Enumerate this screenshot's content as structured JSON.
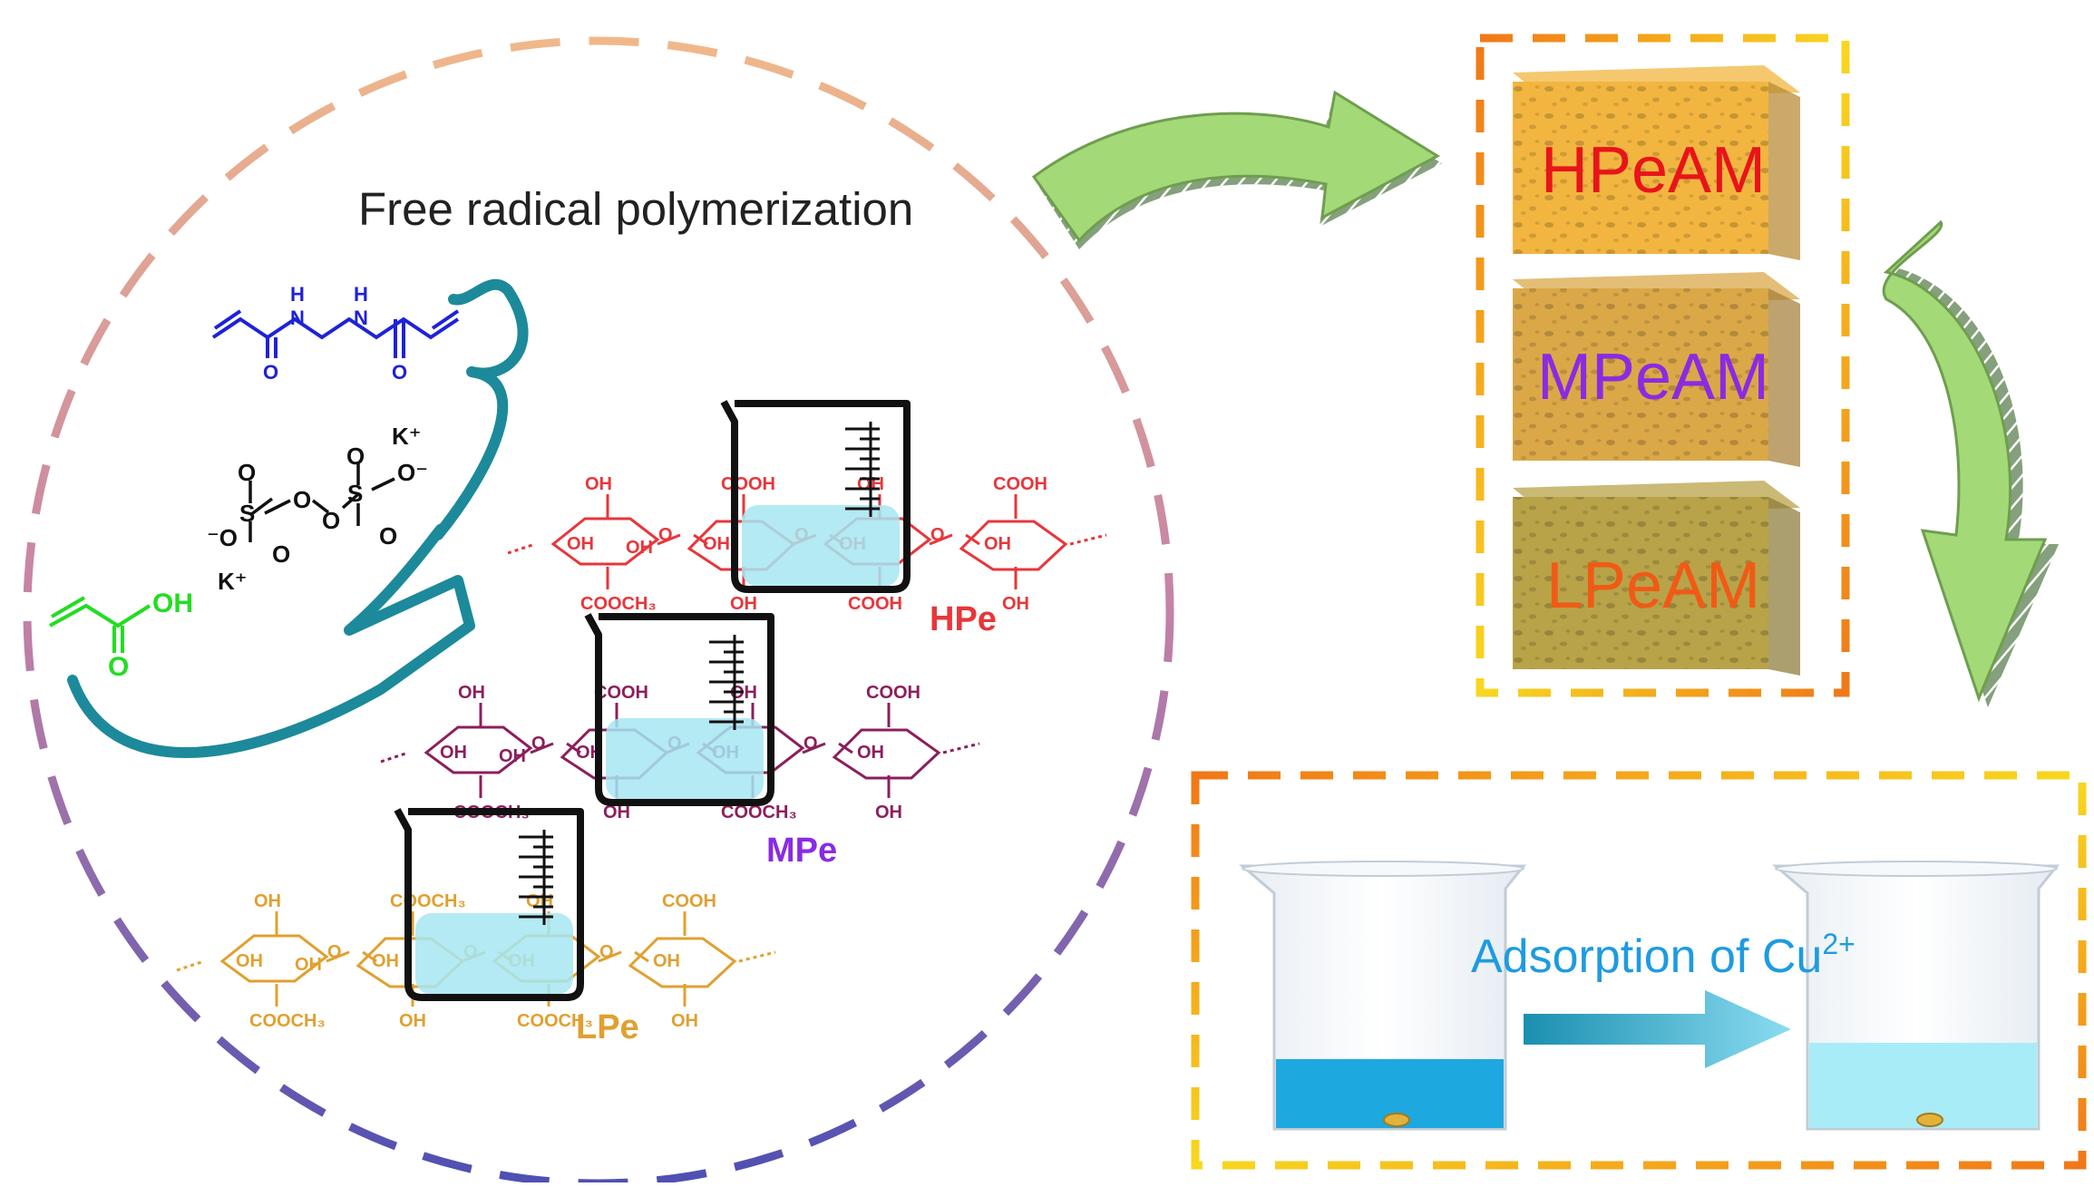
{
  "title": "Free radical polymerization",
  "reagents": {
    "crosslinker": {
      "nh_1": "H",
      "n_1": "N",
      "nh_2": "H",
      "n_2": "N",
      "o_1": "O",
      "o_2": "O",
      "color": "#1e22d8"
    },
    "initiator": {
      "k_top": "K⁺",
      "k_bottom": "K⁺",
      "s_1": "S",
      "s_2": "S",
      "o": "O",
      "o_minus_1": "⁻O",
      "o_minus_2": "O⁻",
      "color": "#111111"
    },
    "monomer": {
      "oh": "OH",
      "o": "O",
      "color": "#22dd22"
    }
  },
  "pectins": [
    {
      "name": "HPe",
      "color": "#e8363a",
      "labels": {
        "oh_a": "OH",
        "oh_b": "OH",
        "oh_c": "OH",
        "cooch3": "COOCH₃",
        "cooh_1": "COOH",
        "oh_d": "OH",
        "oh_e": "OH",
        "oh_f": "OH",
        "cooh_2": "COOH",
        "oh_g": "OH",
        "oh_h": "OH",
        "cooh_3": "COOH",
        "oh_i": "OH"
      }
    },
    {
      "name": "MPe",
      "color": "#8b1f5c",
      "name_color": "#8a2be2",
      "labels": {
        "oh_a": "OH",
        "oh_b": "OH",
        "oh_c": "OH",
        "cooch3": "COOCH₃",
        "cooh_1": "COOH",
        "oh_d": "OH",
        "oh_e": "OH",
        "oh_f": "OH",
        "cooch3_2": "COOCH₃",
        "oh_g": "OH",
        "oh_h": "OH",
        "cooh_3": "COOH",
        "oh_i": "OH"
      }
    },
    {
      "name": "LPe",
      "color": "#e0a030",
      "labels": {
        "oh_a": "OH",
        "oh_b": "OH",
        "oh_c": "OH",
        "cooch3": "COOCH₃",
        "cooch3_top": "COOCH₃",
        "oh_d": "OH",
        "oh_e": "OH",
        "oh_f": "OH",
        "cooch3_2": "COOCH₃",
        "oh_g": "OH",
        "oh_h": "OH",
        "cooh_3": "COOH",
        "oh_i": "OH"
      }
    }
  ],
  "aerogels": [
    {
      "label": "HPeAM",
      "label_color": "#e8141a",
      "fill": "#f2b640"
    },
    {
      "label": "MPeAM",
      "label_color": "#8a2be2",
      "fill": "#dba848"
    },
    {
      "label": "LPeAM",
      "label_color": "#f05a16",
      "fill": "#b8a348"
    }
  ],
  "adsorption": {
    "label": "Adsorption of Cu",
    "superscript": "2+",
    "label_color": "#1e9be0"
  },
  "colors": {
    "arrow_green": "#a3d977",
    "box_dash_orange": "#f07818",
    "box_dash_yellow": "#f8d820",
    "bubble_teal": "#1c8a9a",
    "water_before": "#1ea8e0",
    "water_after": "#a8ecf8",
    "beaker_water": "#a6e6f2"
  }
}
